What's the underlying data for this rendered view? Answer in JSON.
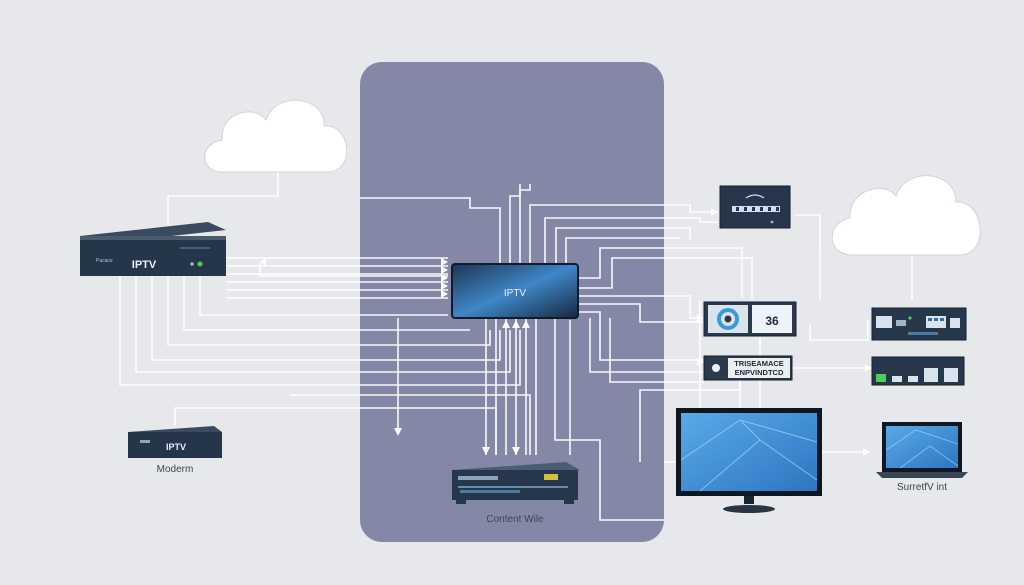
{
  "diagram": {
    "central_hub_label": "IPTV",
    "main_box": {
      "label": "IPTV",
      "sublabel": "Pacace"
    },
    "modem": {
      "device_label": "IPTV",
      "caption": "Moderm"
    },
    "content_box": {
      "caption": "Content Wile"
    },
    "display_top_right": {
      "value": "36"
    },
    "status_panel": {
      "line1": "TRISEAMACE",
      "line2": "ENPVINDTCD"
    },
    "laptop": {
      "caption": "SurretfV int"
    },
    "colors": {
      "background": "#e6e8eb",
      "central_panel": "#8587a6",
      "device_dark": "#27364a",
      "screen_blue": "#3d8fd6",
      "connector": "#ffffff"
    },
    "icons": [
      "cloud-icon",
      "router-icon",
      "tv-icon",
      "laptop-icon",
      "switch-icon"
    ]
  }
}
